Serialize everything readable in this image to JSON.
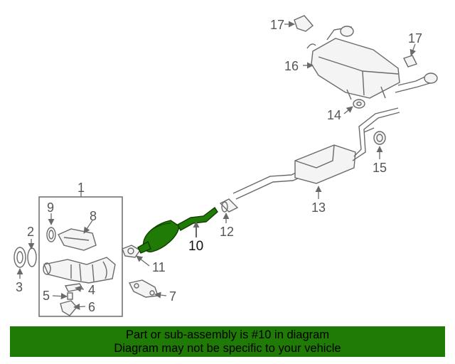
{
  "diagram": {
    "highlight_color": "#1f7a06",
    "part_color": "#6a6a6a",
    "callouts": {
      "c1": "1",
      "c2": "2",
      "c3": "3",
      "c4": "4",
      "c5": "5",
      "c6": "6",
      "c7": "7",
      "c8": "8",
      "c9": "9",
      "c10": "10",
      "c11": "11",
      "c12": "12",
      "c13": "13",
      "c14": "14",
      "c15": "15",
      "c16": "16",
      "c17a": "17",
      "c17b": "17"
    }
  },
  "banner": {
    "line1": "Part or sub-assembly is #10 in diagram",
    "line2": "Diagram may not be specific to your vehicle",
    "background": "#1f7a06"
  }
}
